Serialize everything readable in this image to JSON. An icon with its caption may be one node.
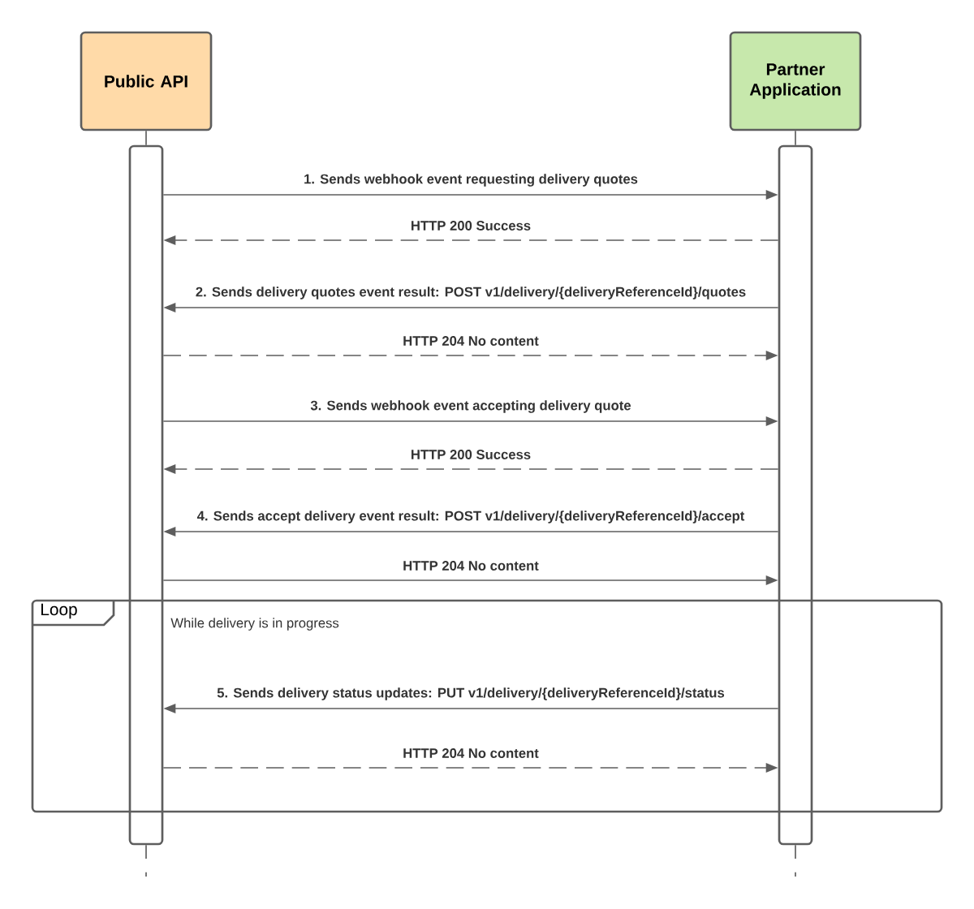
{
  "diagram": {
    "nodes": [
      {
        "text": [
          "Public API"
        ]
      },
      {
        "text": [
          "Partner Application"
        ]
      },
      {
        "text": [],
        "shape": "bar"
      },
      {
        "text": [],
        "shape": "bar"
      },
      {
        "text": [
          "Loop",
          "While delivery is in progress"
        ]
      }
    ],
    "edges": [
      {
        "from": 0,
        "to": 2,
        "arrow": "none"
      },
      {
        "from": 1,
        "to": 3,
        "arrow": "none"
      },
      {
        "from": 2,
        "to": 3,
        "arrow": "to",
        "label": "1. Sends webhook event requesting delivery quotes"
      },
      {
        "from": 3,
        "to": 2,
        "arrow": "to",
        "style": "dashed",
        "label": "HTTP 200 Success"
      },
      {
        "from": 3,
        "to": 2,
        "arrow": "to",
        "label": "2. Sends delivery quotes event result: POST v1/delivery/{deliveryReferenceId}/quotes"
      },
      {
        "from": 2,
        "to": 3,
        "arrow": "to",
        "style": "dashed",
        "label": "HTTP 204 No content"
      },
      {
        "from": 2,
        "to": 3,
        "arrow": "to",
        "label": "3. Sends webhook event accepting delivery quote"
      },
      {
        "from": 3,
        "to": 2,
        "arrow": "to",
        "style": "dashed",
        "label": "HTTP 200 Success"
      },
      {
        "from": 3,
        "to": 2,
        "arrow": "to",
        "label": "4. Sends accept delivery event result: POST v1/delivery/{deliveryReferenceId}/accept"
      },
      {
        "from": 2,
        "to": 3,
        "arrow": "to",
        "label": "HTTP 204 No content"
      },
      {
        "from": 3,
        "to": 2,
        "arrow": "to",
        "label": "5. Sends delivery status updates: PUT v1/delivery/{deliveryReferenceId}/status"
      },
      {
        "from": 2,
        "to": 3,
        "arrow": "to",
        "style": "dashed",
        "label": "HTTP 204 No content"
      },
      {
        "from": 2,
        "to": null,
        "arrow": "none",
        "style": "dashed"
      },
      {
        "from": 3,
        "to": null,
        "arrow": "none",
        "style": "dashed"
      }
    ]
  }
}
